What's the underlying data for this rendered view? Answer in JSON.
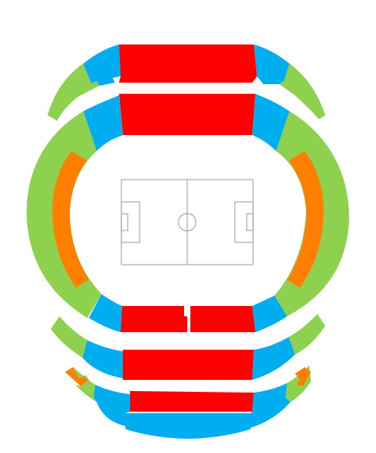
{
  "colors": {
    "background": "#ffffff",
    "red": "#ff0000",
    "blue": "#00aeef",
    "green": "#8dd14f",
    "orange": "#ff8000",
    "pitch_lines": "#a9a9b8"
  },
  "map": {
    "sections": [
      {
        "name": "section-north-upper-center",
        "color": "red"
      },
      {
        "name": "section-north-lower-center",
        "color": "red"
      },
      {
        "name": "section-north-upper-left",
        "color": "blue"
      },
      {
        "name": "section-north-upper-right",
        "color": "blue"
      },
      {
        "name": "section-north-lower-left",
        "color": "blue"
      },
      {
        "name": "section-north-lower-right",
        "color": "blue"
      },
      {
        "name": "section-north-upper-far-left",
        "color": "green"
      },
      {
        "name": "section-north-upper-far-right",
        "color": "green"
      },
      {
        "name": "section-west-ring",
        "color": "green"
      },
      {
        "name": "section-east-ring",
        "color": "green"
      },
      {
        "name": "section-west-inner",
        "color": "orange"
      },
      {
        "name": "section-east-inner",
        "color": "orange"
      },
      {
        "name": "section-south-lower-center-left",
        "color": "red"
      },
      {
        "name": "section-south-lower-center-right",
        "color": "red"
      },
      {
        "name": "section-south-lower-left",
        "color": "blue"
      },
      {
        "name": "section-south-lower-right",
        "color": "blue"
      },
      {
        "name": "section-south-middle-center",
        "color": "red"
      },
      {
        "name": "section-south-middle-left",
        "color": "blue"
      },
      {
        "name": "section-south-middle-right",
        "color": "blue"
      },
      {
        "name": "section-south-middle-far-left",
        "color": "green"
      },
      {
        "name": "section-south-middle-far-right",
        "color": "green"
      },
      {
        "name": "section-south-upper-center",
        "color": "red"
      },
      {
        "name": "section-south-upper-left",
        "color": "blue"
      },
      {
        "name": "section-south-upper-right",
        "color": "blue"
      },
      {
        "name": "section-south-upper-far-left",
        "color": "green"
      },
      {
        "name": "section-south-upper-far-right",
        "color": "green"
      },
      {
        "name": "section-south-corner-left",
        "color": "orange"
      },
      {
        "name": "section-south-corner-right",
        "color": "orange"
      }
    ]
  }
}
